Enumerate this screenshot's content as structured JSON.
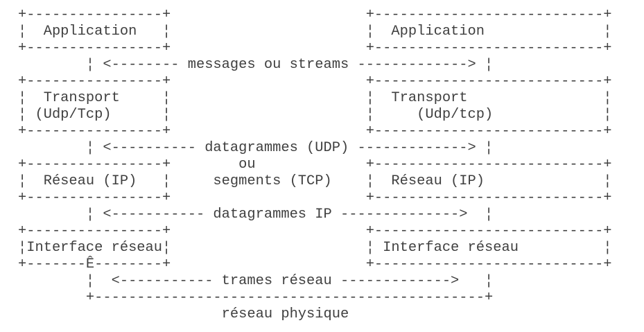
{
  "page": {
    "background": "#ffffff",
    "text_color": "#3f3f3f"
  },
  "diagram": {
    "kind": "ascii-art-network-stack",
    "left_stack": {
      "layers": [
        "Application",
        "Transport (Udp/Tcp)",
        "Réseau (IP)",
        "Interface réseau"
      ],
      "border_anomaly": "Ê"
    },
    "right_stack": {
      "layers": [
        "Application",
        "Transport (Udp/tcp)",
        "Réseau (IP)",
        "Interface réseau"
      ]
    },
    "exchange_labels": [
      "messages ou streams",
      "datagrammes (UDP) ou segments (TCP)",
      "datagrammes IP",
      "trames réseau"
    ],
    "physical_network_label": "réseau physique",
    "lines": [
      "+----------------+                       +---------------------------+",
      "¦  Application   ¦                       ¦  Application              ¦",
      "+----------------+                       +---------------------------+",
      "        ¦ <-------- messages ou streams -------------> ¦",
      "+----------------+                       +---------------------------+",
      "¦  Transport     ¦                       ¦  Transport                ¦",
      "¦ (Udp/Tcp)      ¦                       ¦     (Udp/tcp)             ¦",
      "+----------------+                       +---------------------------+",
      "        ¦ <---------- datagrammes (UDP) -------------> ¦",
      "+----------------+        ou             +---------------------------+",
      "¦  Réseau (IP)   ¦     segments (TCP)    ¦  Réseau (IP)              ¦",
      "+----------------+                       +---------------------------+",
      "        ¦ <----------- datagrammes IP -------------->  ¦",
      "+----------------+                       +---------------------------+",
      "¦Interface réseau¦                       ¦ Interface réseau          ¦",
      "+-------Ê--------+                       +---------------------------+",
      "        ¦  <----------- trames réseau ------------->   ¦",
      "        +----------------------------------------------+",
      "                        réseau physique"
    ]
  }
}
